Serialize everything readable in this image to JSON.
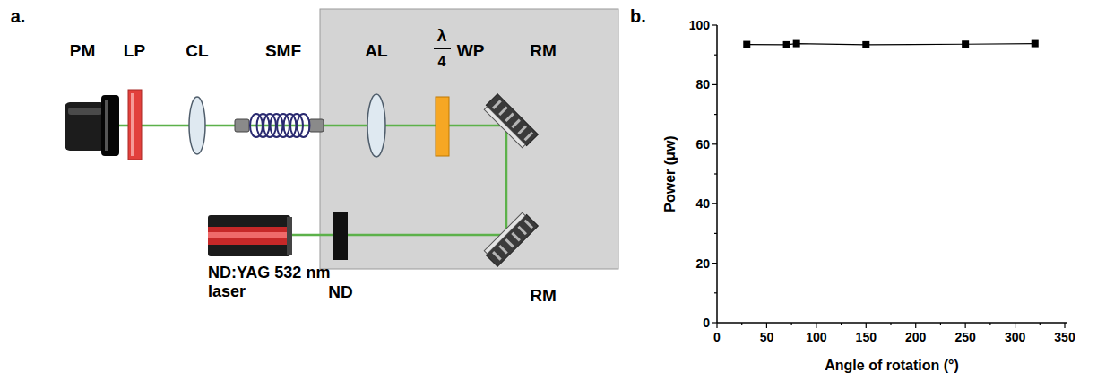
{
  "diagram": {
    "labels": [
      "a.",
      "b.",
      "PM",
      "LP",
      "CL",
      "SMF",
      "AL",
      "λ",
      "4",
      "WP",
      "RM",
      "RM",
      "ND:YAG 532 nm laser",
      "ND",
      "Power (μw)",
      "Angle of rotation (°)",
      "0",
      "20",
      "40",
      "60",
      "80",
      "100",
      "0",
      "50",
      "100",
      "150",
      "200",
      "250",
      "300",
      "350"
    ]
  }
}
